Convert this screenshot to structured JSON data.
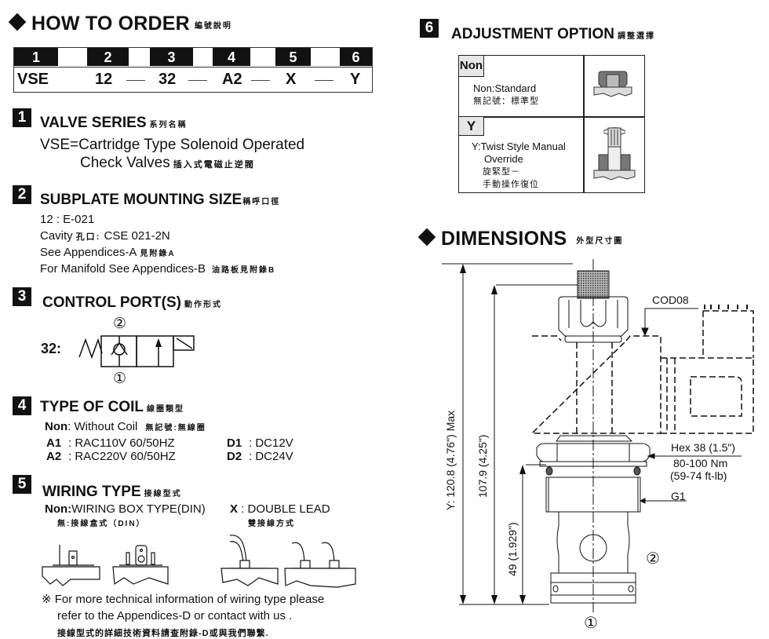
{
  "how_to_order": {
    "title": "HOW TO  ORDER",
    "title_cjk": "編號說明",
    "header_numbers": [
      "1",
      "2",
      "3",
      "4",
      "5",
      "6"
    ],
    "values": [
      "VSE",
      "12",
      "32",
      "A2",
      "X",
      "Y"
    ]
  },
  "section1": {
    "number": "1",
    "title": "VALVE SERIES",
    "title_cjk": "系列名稱",
    "line1": "VSE=Cartridge Type Solenoid Operated",
    "line2": "Check Valves",
    "line2_cjk": "插入式電磁止逆閥"
  },
  "section2": {
    "number": "2",
    "title": "SUBPLATE MOUNTING SIZE",
    "title_cjk": "稱呼口徑",
    "line1": "12 : E-021",
    "line2_a": "Cavity",
    "line2_cjk": "孔口:",
    "line2_b": "CSE 021-2N",
    "line3": "See Appendices-A",
    "line3_cjk": "見附錄A",
    "line4": "For Manifold See Appendices-B",
    "line4_cjk": "油路板見附錄B"
  },
  "section3": {
    "number": "3",
    "title": "CONTROL PORT(S)",
    "title_cjk": "動作形式",
    "code_label": "32:",
    "port_top": "②",
    "port_bottom": "①"
  },
  "section4": {
    "number": "4",
    "title": "TYPE OF COIL",
    "title_cjk": "線圈類型",
    "non_code": "Non",
    "non_text": ": Without Coil",
    "non_cjk": "無記號:無線圈",
    "options": [
      {
        "code": "A1",
        "text": ": RAC110V  60/50HZ"
      },
      {
        "code": "A2",
        "text": ": RAC220V  60/50HZ"
      },
      {
        "code": "D1",
        "text": ": DC12V"
      },
      {
        "code": "D2",
        "text": ": DC24V"
      }
    ]
  },
  "section5": {
    "number": "5",
    "title": "WIRING TYPE",
    "title_cjk": "接線型式",
    "non_code": "Non:",
    "non_text": "WIRING BOX TYPE(DIN)",
    "non_cjk": "無:接線盒式（DIN）",
    "x_code": "X",
    "x_text": ": DOUBLE LEAD",
    "x_cjk": "雙接線方式",
    "note_line1": "※ For more technical information of wiring type  please",
    "note_line2": "refer to the Appendices-D or contact with us .",
    "note_line3": "接線型式的詳細技術資料請查附錄-D或與我們聯繫."
  },
  "section6": {
    "number": "6",
    "title": "ADJUSTMENT OPTION",
    "title_cjk": "調整選擇",
    "options": [
      {
        "tag": "Non",
        "line1": "Non:Standard",
        "line2": "無記號：標準型",
        "icon": "standard-cap-icon"
      },
      {
        "tag": "Y",
        "line1": "Y:Twist Style Manual",
        "line2": "Override",
        "line3": "旋緊型－",
        "line4": "手動操作復位",
        "icon": "twist-override-icon"
      }
    ]
  },
  "dimensions": {
    "title": "DIMENSIONS",
    "title_cjk": "外型尺寸圖",
    "dim_total": "Y: 120.8 (4.76\") Max",
    "dim_body": "107.9 (4.25\")",
    "dim_lower": "49 (1.929\")",
    "coil_label": "COD08",
    "hex_label": "Hex 38 (1.5\")",
    "torque_line1": "80-100 Nm",
    "torque_line2": "(59-74 ft-lb)",
    "thread_label": "G1",
    "port2": "②",
    "port1": "①"
  }
}
